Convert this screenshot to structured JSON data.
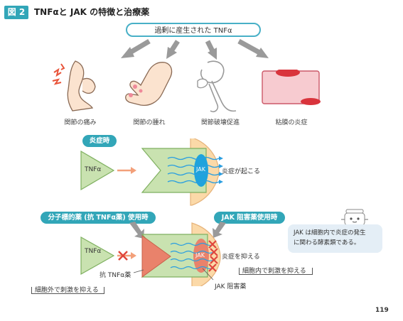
{
  "figure": {
    "badge": "図 2",
    "title": "TNFαと JAK の特徴と治療薬"
  },
  "source_box": "過剰に産生された TNFα",
  "symptoms": [
    {
      "label": "関節の痛み",
      "icon": "painful-knee-icon"
    },
    {
      "label": "関節の腫れ",
      "icon": "swollen-hand-icon"
    },
    {
      "label": "関節破壊促進",
      "icon": "joint-bone-icon"
    },
    {
      "label": "粘膜の炎症",
      "icon": "inflamed-mucosa-icon"
    }
  ],
  "panel_inflammation": {
    "pill": "炎症時",
    "tnf_label": "TNFα",
    "jak_label": "JAK",
    "result": "炎症が起こる"
  },
  "panel_drugs": {
    "pill_anti_tnf": "分子標的薬 (抗 TNFα薬) 使用時",
    "pill_jak": "JAK 阻害薬使用時",
    "tnf_label": "TNFα",
    "jak_label": "JAK",
    "result": "炎症を抑える",
    "anti_tnf_drug": "抗 TNFα薬",
    "jak_drug": "JAK 阻害薬",
    "callout_outside": "細胞外で刺激を抑える",
    "callout_inside": "細胞内で刺激を抑える"
  },
  "note": {
    "line1": "JAK は細胞内で炎症の発生",
    "line2": "に関わる酵素類である。"
  },
  "page_number": "119",
  "colors": {
    "teal": "#32a6b8",
    "tnf_green": "#c9e2b0",
    "cell_orange": "#fbd9a8",
    "jak_blue": "#1fa3dc",
    "drug_salmon": "#e9826b",
    "x_red": "#e0463c"
  }
}
